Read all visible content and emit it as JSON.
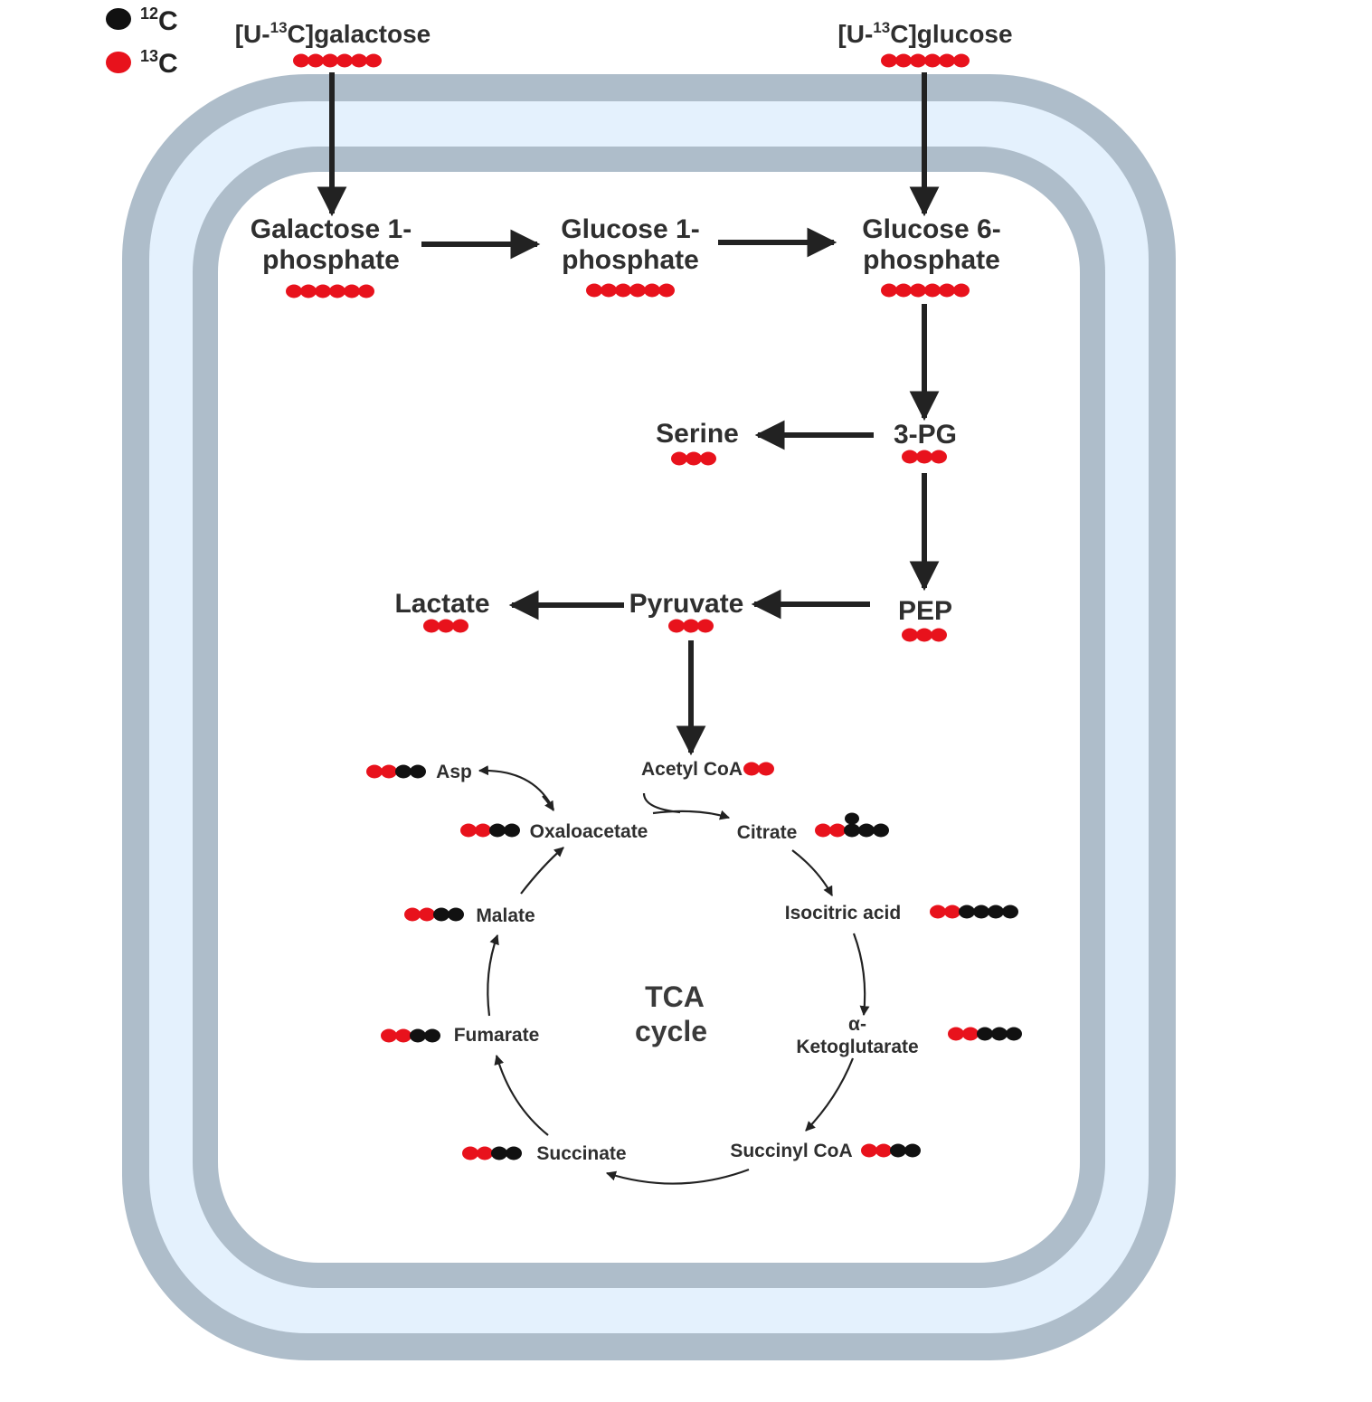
{
  "legend": {
    "c12": {
      "mass": "12",
      "elem": "C",
      "color": "#111111"
    },
    "c13": {
      "mass": "13",
      "elem": "C",
      "color": "#e8121c"
    }
  },
  "substrates": {
    "galactose": {
      "pre": "[U-",
      "mass": "13",
      "post": "C]galactose"
    },
    "glucose": {
      "pre": "[U-",
      "mass": "13",
      "post": "C]glucose"
    }
  },
  "metabolites": {
    "gal1p_l1": "Galactose 1-",
    "gal1p_l2": "phosphate",
    "glc1p_l1": "Glucose 1-",
    "glc1p_l2": "phosphate",
    "glc6p_l1": "Glucose 6-",
    "glc6p_l2": "phosphate",
    "serine": "Serine",
    "pg3": "3-PG",
    "lactate": "Lactate",
    "pyruvate": "Pyruvate",
    "pep": "PEP",
    "acetylcoa": "Acetyl CoA"
  },
  "tca": {
    "title_l1": "TCA",
    "title_l2": "cycle",
    "asp": "Asp",
    "oxaloacetate": "Oxaloacetate",
    "citrate": "Citrate",
    "isocitric": "Isocitric acid",
    "akg_l1": "α-",
    "akg_l2": "Ketoglutarate",
    "succinylcoa": "Succinyl CoA",
    "succinate": "Succinate",
    "fumarate": "Fumarate",
    "malate": "Malate"
  },
  "labeling": {
    "galactose": "rrrrrr",
    "glucose": "rrrrrr",
    "gal1p": "rrrrrr",
    "glc1p": "rrrrrr",
    "glc6p": "rrrrrr",
    "serine": "rrr",
    "pg3": "rrr",
    "lactate": "rrr",
    "pyruvate": "rrr",
    "pep": "rrr",
    "acetylcoa": "rr",
    "asp": "rrkk",
    "oxaloacetate": "rrkk",
    "citrate": "rrkkkk",
    "isocitric": "rrkkkk",
    "akg": "rrkkk",
    "succinylcoa": "rrkk",
    "succinate": "rrkk",
    "fumarate": "rrkk",
    "malate": "rrkk"
  }
}
